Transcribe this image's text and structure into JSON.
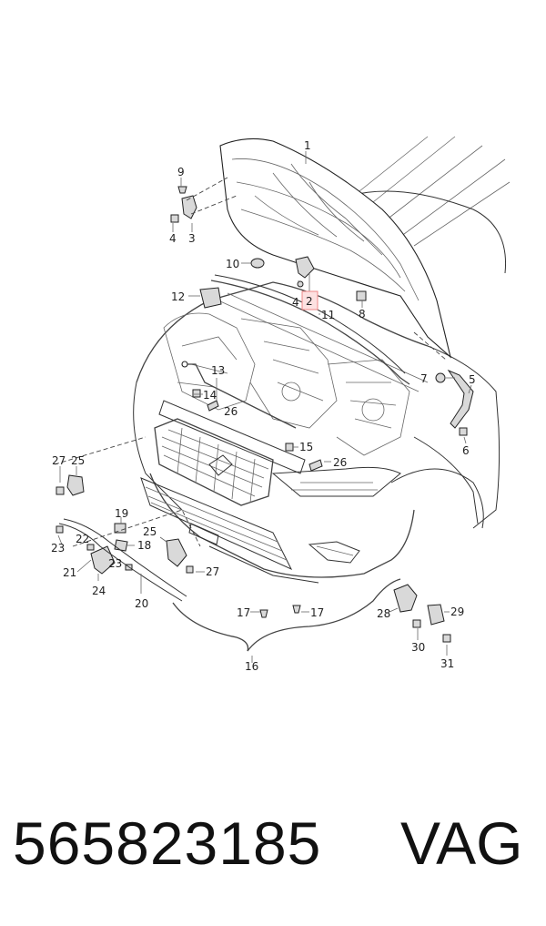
{
  "callouts": [
    "1",
    "2",
    "3",
    "4",
    "4",
    "5",
    "6",
    "7",
    "8",
    "9",
    "10",
    "11",
    "12",
    "13",
    "14",
    "15",
    "16",
    "17",
    "17",
    "18",
    "19",
    "20",
    "21",
    "22",
    "23",
    "23",
    "24",
    "25",
    "25",
    "26",
    "26",
    "27",
    "27",
    "28",
    "29",
    "30",
    "31"
  ],
  "highlighted_callout": "2",
  "footer": {
    "part_number": "565823185",
    "brand": "VAG"
  },
  "colors": {
    "highlight_fill": "#fde1e1",
    "highlight_stroke": "#e88"
  }
}
